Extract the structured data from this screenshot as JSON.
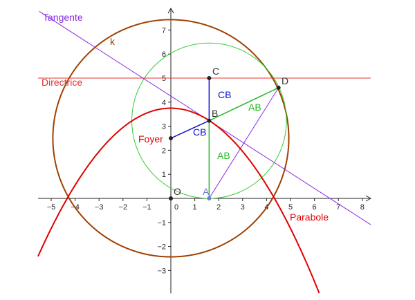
{
  "axes": {
    "x_range": [
      -5.55,
      8.35
    ],
    "y_range": [
      -3.95,
      7.9
    ],
    "x_ticks": [
      -5,
      -4,
      -3,
      -2,
      -1,
      0,
      1,
      2,
      3,
      4,
      5,
      6,
      7,
      8
    ],
    "y_ticks": [
      -3,
      -2,
      -1,
      1,
      2,
      3,
      4,
      5,
      6,
      7
    ],
    "x_tick_labels": [
      "−5",
      "−4",
      "−3",
      "−2",
      "−1",
      "0",
      "1",
      "2",
      "3",
      "4",
      "5",
      "6",
      "7",
      "8"
    ],
    "y_tick_labels": [
      "−3",
      "−2",
      "−1",
      "1",
      "2",
      "3",
      "4",
      "5",
      "6",
      "7"
    ],
    "grid": false
  },
  "colors": {
    "axis": "#222222",
    "parabola": "#e00000",
    "directrix": "#e03030",
    "circle_k": "#a04000",
    "circle_green": "#33cc33",
    "tangent": "#8a2be2",
    "segment_cb": "#1010cc",
    "segment_ab": "#22bb22",
    "point": "#222222",
    "point_a": "#6a7fd0"
  },
  "parabola": {
    "label": "Parabole",
    "focus": [
      0,
      2.5
    ],
    "directrix_y": 5,
    "x_range": [
      -5.55,
      6.2
    ]
  },
  "directrix": {
    "label": "Directrice",
    "y": 5
  },
  "circle_k": {
    "label": "k",
    "center": [
      0,
      2.5
    ],
    "radius": 4.93
  },
  "circle_green": {
    "center": [
      1.6,
      3.23
    ],
    "radius": 3.23
  },
  "tangent": {
    "label": "Tangente",
    "through": [
      [
        1.6,
        3.23
      ],
      [
        4.5,
        4.5
      ]
    ],
    "x_range": [
      -5.5,
      8.35
    ]
  },
  "points": {
    "O": {
      "label": "O",
      "xy": [
        0,
        0
      ]
    },
    "A": {
      "label": "A",
      "xy": [
        1.6,
        0
      ]
    },
    "B": {
      "label": "B",
      "xy": [
        1.6,
        3.23
      ]
    },
    "C": {
      "label": "C",
      "xy": [
        1.6,
        5
      ]
    },
    "D": {
      "label": "D",
      "xy": [
        4.5,
        4.6
      ]
    },
    "Foyer": {
      "label": "Foyer",
      "xy": [
        0,
        2.5
      ]
    }
  },
  "segments": {
    "cb_vertical": {
      "label": "CB"
    },
    "cb_focus": {
      "label": "CB"
    },
    "ab_vertical": {
      "label": "AB"
    },
    "ab_to_d": {
      "label": "AB"
    }
  }
}
